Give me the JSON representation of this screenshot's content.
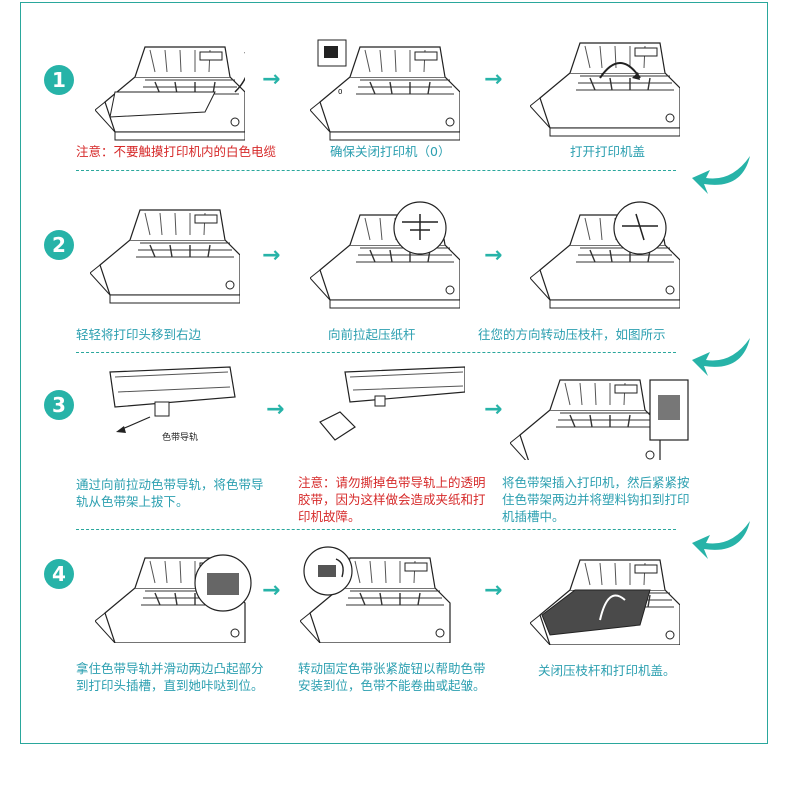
{
  "steps": [
    {
      "number": "1",
      "captions": [
        "注意：不要触摸打印机内的白色电缆",
        "确保关闭打印机（0）",
        "打开打印机盖"
      ]
    },
    {
      "number": "2",
      "captions": [
        "轻轻将打印头移到右边",
        "向前拉起压纸杆",
        "往您的方向转动压枝杆，如图所示"
      ]
    },
    {
      "number": "3",
      "captions": [
        "通过向前拉动色带导轨，将色带导轨从色带架上拔下。",
        "注意：请勿撕掉色带导轨上的透明胶带，因为这样做会造成夹纸和打印机故障。",
        "将色带架插入打印机，然后紧紧按住色带架两边并将塑料钩扣到打印机插槽中。"
      ],
      "ribbon_label": "色带导轨"
    },
    {
      "number": "4",
      "captions": [
        "拿住色带导轨并滑动两边凸起部分到打印头插槽，直到她咔哒到位。",
        "转动固定色带张紧旋钮以帮助色带安装到位，色带不能卷曲或起皱。",
        "关闭压枝杆和打印机盖。"
      ]
    }
  ],
  "switch_label": "0",
  "arrow_glyph": "→",
  "colors": {
    "accent": "#27b3a8",
    "border": "#2aa79c",
    "caption": "#2b9fb0",
    "warning": "#d62a2a"
  }
}
